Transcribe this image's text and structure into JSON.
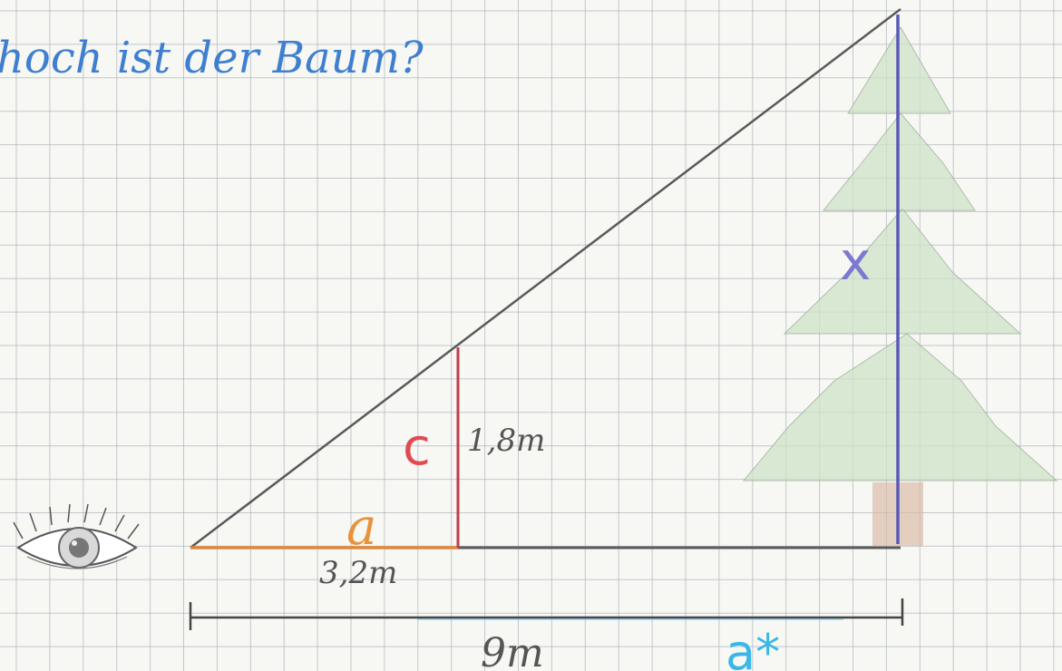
{
  "title": "hoch ist der Baum?",
  "labels": {
    "small_height_var": "c",
    "small_height_value": "1,8m",
    "small_base_var": "a",
    "small_base_value": "3,2m",
    "total_base_value": "9m",
    "total_base_var": "a*",
    "tree_height_var": "x"
  },
  "colors": {
    "paper": "#f7f7f4",
    "grid": "#9aa4ad",
    "title": "#3f7fd0",
    "hypotenuse": "#5a5a5a",
    "c_line": "#c23c4a",
    "c_label": "#e04b55",
    "a_line": "#e0883a",
    "a_label": "#e8923c",
    "x_line": "#5a58b8",
    "x_label": "#7c7ad0",
    "astar_label": "#39b7e6",
    "measure": "#444444",
    "tree": "#cfe3c8",
    "tree_edge": "#9aa895",
    "trunk": "#d8b8a4"
  },
  "icons": [
    "eye-icon",
    "tree-icon"
  ]
}
